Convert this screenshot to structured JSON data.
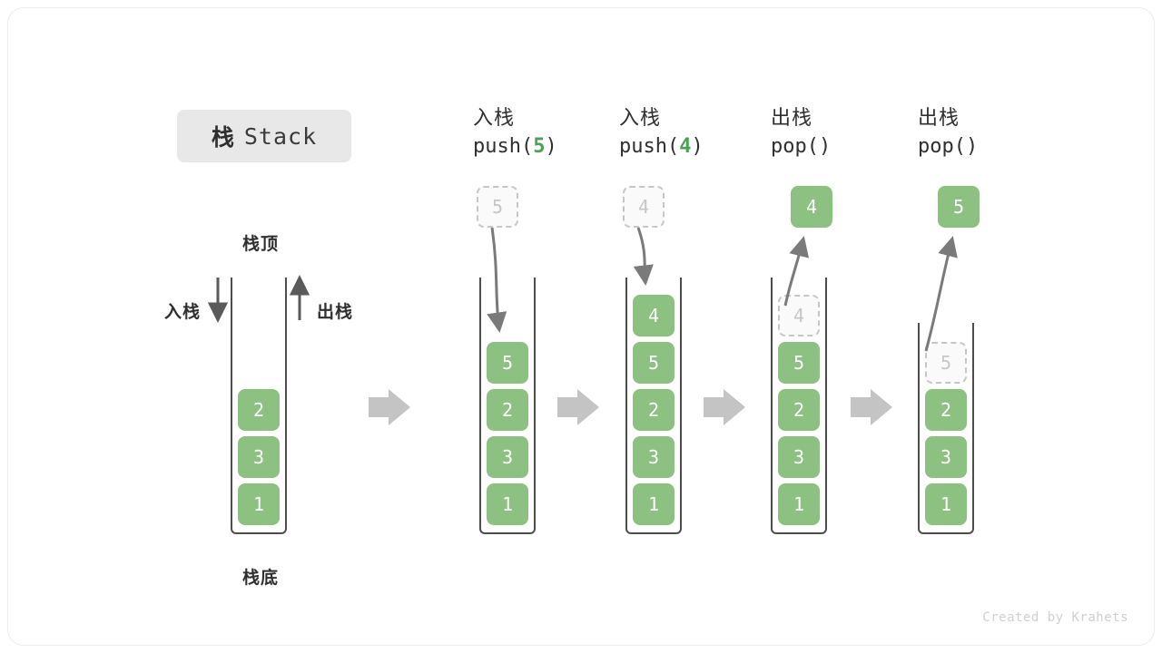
{
  "title": {
    "cn": "栈",
    "en": "Stack"
  },
  "labels": {
    "top": "栈顶",
    "bottom": "栈底",
    "push": "入栈",
    "pop": "出栈"
  },
  "credit": "Created by Krahets",
  "colors": {
    "element_green": "#8cc182",
    "arg_green": "#4ca054",
    "ghost_gray": "#c6c6c6",
    "arrow_gray": "#7a7a7a",
    "flow_arrow_gray": "#c4c4c4",
    "wall_dark": "#4d4d4d",
    "badge_bg": "#e8e8e8"
  },
  "columns": [
    {
      "id": "initial",
      "header_cn": "",
      "header_code_prefix": "",
      "header_code_arg": "",
      "header_code_suffix": "",
      "float_box": null,
      "cells": [
        {
          "value": "2",
          "state": "filled"
        },
        {
          "value": "3",
          "state": "filled"
        },
        {
          "value": "1",
          "state": "filled"
        }
      ]
    },
    {
      "id": "push5",
      "header_cn": "入栈",
      "header_code_prefix": "push(",
      "header_code_arg": "5",
      "header_code_suffix": ")",
      "float_box": {
        "value": "5",
        "state": "ghost"
      },
      "cells": [
        {
          "value": "5",
          "state": "filled"
        },
        {
          "value": "2",
          "state": "filled"
        },
        {
          "value": "3",
          "state": "filled"
        },
        {
          "value": "1",
          "state": "filled"
        }
      ]
    },
    {
      "id": "push4",
      "header_cn": "入栈",
      "header_code_prefix": "push(",
      "header_code_arg": "4",
      "header_code_suffix": ")",
      "float_box": {
        "value": "4",
        "state": "ghost"
      },
      "cells": [
        {
          "value": "4",
          "state": "filled"
        },
        {
          "value": "5",
          "state": "filled"
        },
        {
          "value": "2",
          "state": "filled"
        },
        {
          "value": "3",
          "state": "filled"
        },
        {
          "value": "1",
          "state": "filled"
        }
      ]
    },
    {
      "id": "pop4",
      "header_cn": "出栈",
      "header_code_prefix": "pop(",
      "header_code_arg": "",
      "header_code_suffix": ")",
      "float_box": {
        "value": "4",
        "state": "filled"
      },
      "cells": [
        {
          "value": "4",
          "state": "ghost"
        },
        {
          "value": "5",
          "state": "filled"
        },
        {
          "value": "2",
          "state": "filled"
        },
        {
          "value": "3",
          "state": "filled"
        },
        {
          "value": "1",
          "state": "filled"
        }
      ]
    },
    {
      "id": "pop5",
      "header_cn": "出栈",
      "header_code_prefix": "pop(",
      "header_code_arg": "",
      "header_code_suffix": ")",
      "float_box": {
        "value": "5",
        "state": "filled"
      },
      "cells": [
        {
          "value": "5",
          "state": "ghost"
        },
        {
          "value": "2",
          "state": "filled"
        },
        {
          "value": "3",
          "state": "filled"
        },
        {
          "value": "1",
          "state": "filled"
        }
      ]
    }
  ]
}
